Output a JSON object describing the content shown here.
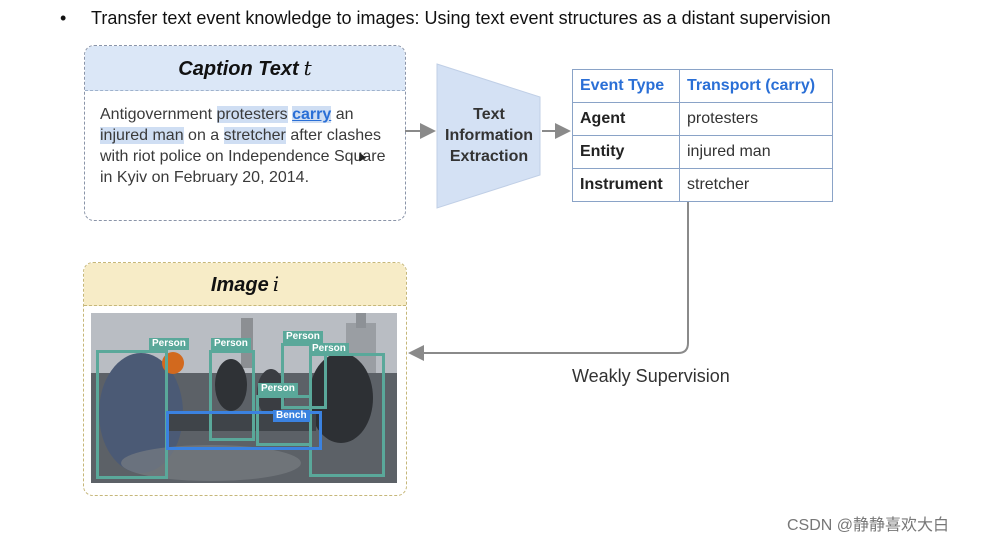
{
  "bullet": {
    "symbol": "•",
    "text": "Transfer text event knowledge to images: Using text event structures as a distant supervision"
  },
  "caption": {
    "title": "Caption Text",
    "variable": "t",
    "segments": {
      "s1": "Antigovernment ",
      "protesters": "protesters",
      "s2": " ",
      "carry": "carry",
      "s3": " an ",
      "injured_man": "injured man",
      "s4": " on a ",
      "stretcher": "stretcher",
      "s5": " after clashes with riot police on Independence Square in Kyiv on February 20, 2014."
    }
  },
  "extraction": {
    "line1": "Text",
    "line2": "Information",
    "line3": "Extraction"
  },
  "event_table": {
    "header": {
      "key": "Event Type",
      "value": "Transport (carry)"
    },
    "rows": [
      {
        "key": "Agent",
        "value": "protesters"
      },
      {
        "key": "Entity",
        "value": "injured man"
      },
      {
        "key": "Instrument",
        "value": "stretcher"
      }
    ]
  },
  "image": {
    "title": "Image",
    "variable": "i",
    "detections": [
      {
        "label": "Person"
      },
      {
        "label": "Person"
      },
      {
        "label": "Person"
      },
      {
        "label": "Person"
      },
      {
        "label": "Person"
      },
      {
        "label": "Bench"
      }
    ]
  },
  "weak_supervision": "Weakly Supervision",
  "watermark": "CSDN @静静喜欢大白",
  "colors": {
    "caption_header": "#dbe7f7",
    "image_header": "#f7ecc7",
    "highlight": "#cfdef3",
    "link_blue": "#2a6fd6",
    "person_box": "#5aa89a",
    "bench_box": "#3b82e0",
    "arrow": "#8a8a8a"
  }
}
